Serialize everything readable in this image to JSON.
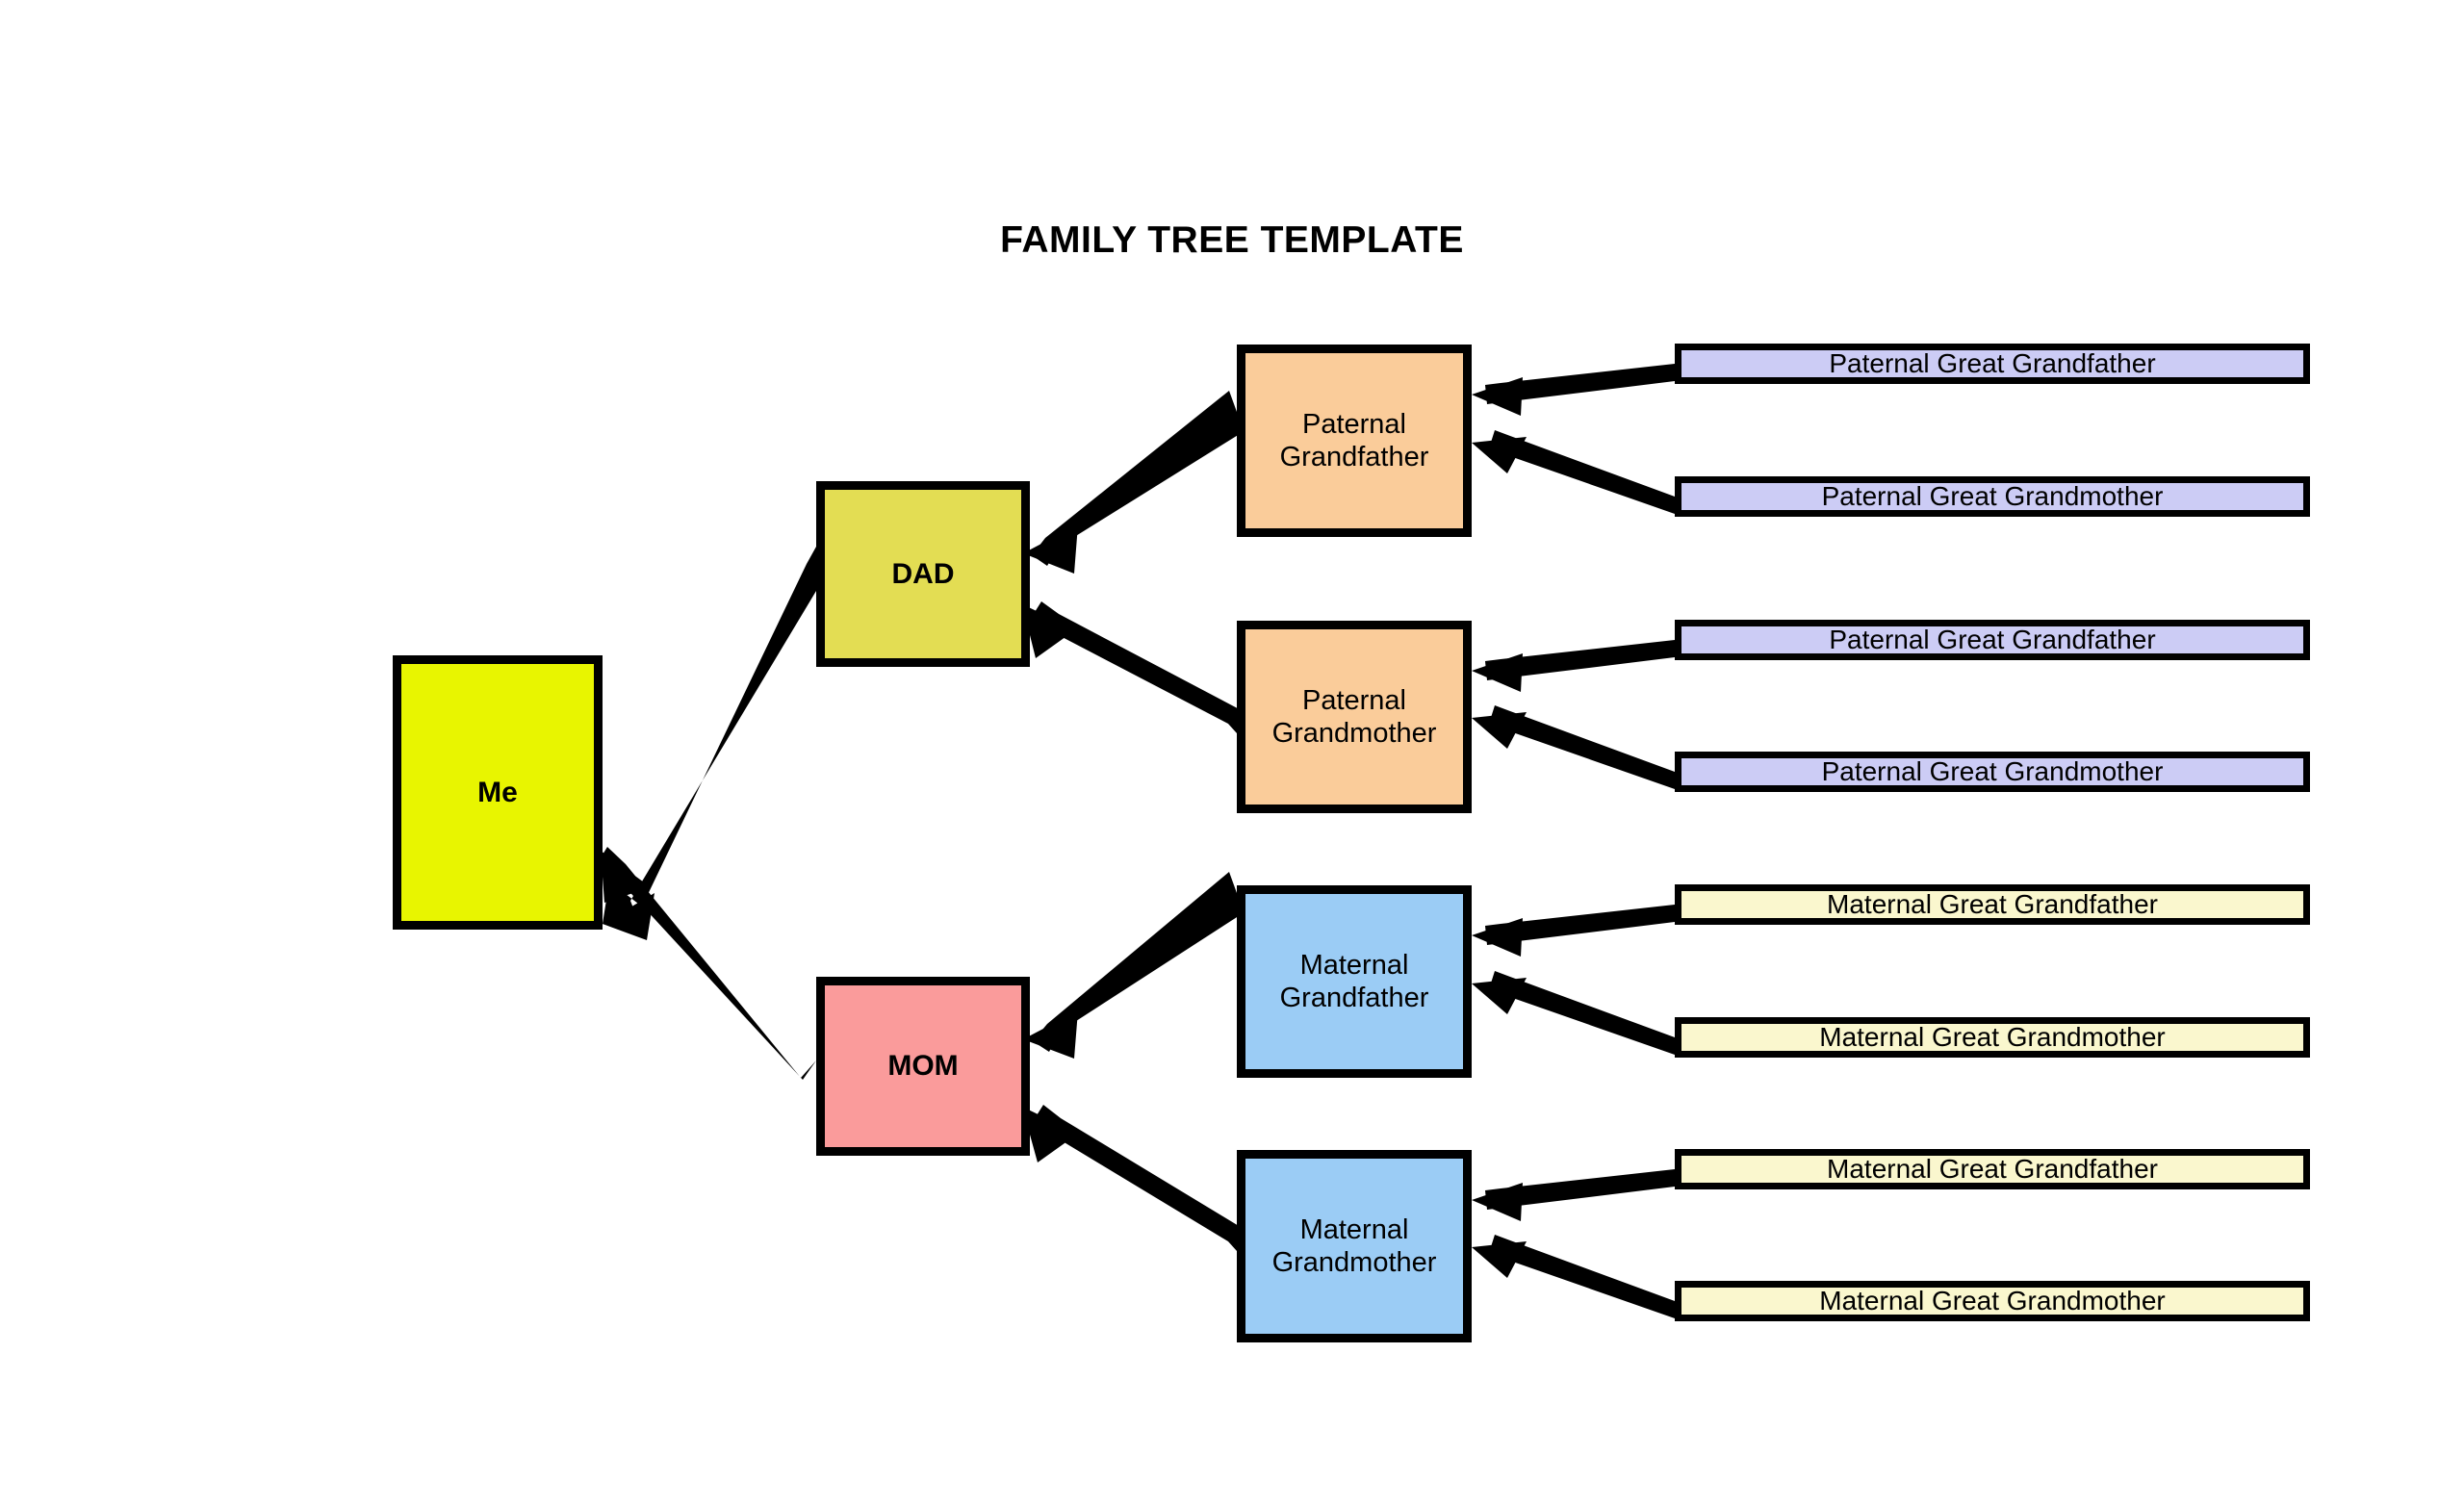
{
  "document": {
    "title": "FAMILY TREE TEMPLATE",
    "background_color": "#ffffff",
    "border_color": "#000000"
  },
  "palette": {
    "self": "#e8f500",
    "dad": "#e3dd53",
    "mom": "#fa9b9b",
    "paternal_grandparent": "#facc9a",
    "maternal_grandparent": "#9bccf5",
    "paternal_great_grandparent": "#ccccf5",
    "maternal_great_grandparent": "#faf7ce"
  },
  "nodes": {
    "self": {
      "label": "Me"
    },
    "dad": {
      "label": "DAD"
    },
    "mom": {
      "label": "MOM"
    },
    "paternal_grandfather": {
      "label": "Paternal\nGrandfather"
    },
    "paternal_grandmother": {
      "label": "Paternal\nGrandmother"
    },
    "maternal_grandfather": {
      "label": "Maternal\nGrandfather"
    },
    "maternal_grandmother": {
      "label": "Maternal\nGrandmother"
    },
    "pgf_great_grandfather": {
      "label": "Paternal Great Grandfather"
    },
    "pgf_great_grandmother": {
      "label": "Paternal Great Grandmother"
    },
    "pgm_great_grandfather": {
      "label": "Paternal Great Grandfather"
    },
    "pgm_great_grandmother": {
      "label": "Paternal Great Grandmother"
    },
    "mgf_great_grandfather": {
      "label": "Maternal Great Grandfather"
    },
    "mgf_great_grandmother": {
      "label": "Maternal Great Grandmother"
    },
    "mgm_great_grandfather": {
      "label": "Maternal Great Grandfather"
    },
    "mgm_great_grandmother": {
      "label": "Maternal Great Grandmother"
    }
  },
  "edges": [
    {
      "name": "dad-to-me",
      "from": "dad",
      "to": "self"
    },
    {
      "name": "mom-to-me",
      "from": "mom",
      "to": "self"
    },
    {
      "name": "pgf-to-dad",
      "from": "paternal_grandfather",
      "to": "dad"
    },
    {
      "name": "pgm-to-dad",
      "from": "paternal_grandmother",
      "to": "dad"
    },
    {
      "name": "mgf-to-mom",
      "from": "maternal_grandfather",
      "to": "mom"
    },
    {
      "name": "mgm-to-mom",
      "from": "maternal_grandmother",
      "to": "mom"
    },
    {
      "name": "pggf1-to-pgf",
      "from": "pgf_great_grandfather",
      "to": "paternal_grandfather"
    },
    {
      "name": "pggm1-to-pgf",
      "from": "pgf_great_grandmother",
      "to": "paternal_grandfather"
    },
    {
      "name": "pggf2-to-pgm",
      "from": "pgm_great_grandfather",
      "to": "paternal_grandmother"
    },
    {
      "name": "pggm2-to-pgm",
      "from": "pgm_great_grandmother",
      "to": "paternal_grandmother"
    },
    {
      "name": "mggf1-to-mgf",
      "from": "mgf_great_grandfather",
      "to": "maternal_grandfather"
    },
    {
      "name": "mggm1-to-mgf",
      "from": "mgf_great_grandmother",
      "to": "maternal_grandfather"
    },
    {
      "name": "mggf2-to-mgm",
      "from": "mgm_great_grandfather",
      "to": "maternal_grandmother"
    },
    {
      "name": "mggm2-to-mgm",
      "from": "mgm_great_grandmother",
      "to": "maternal_grandmother"
    }
  ]
}
